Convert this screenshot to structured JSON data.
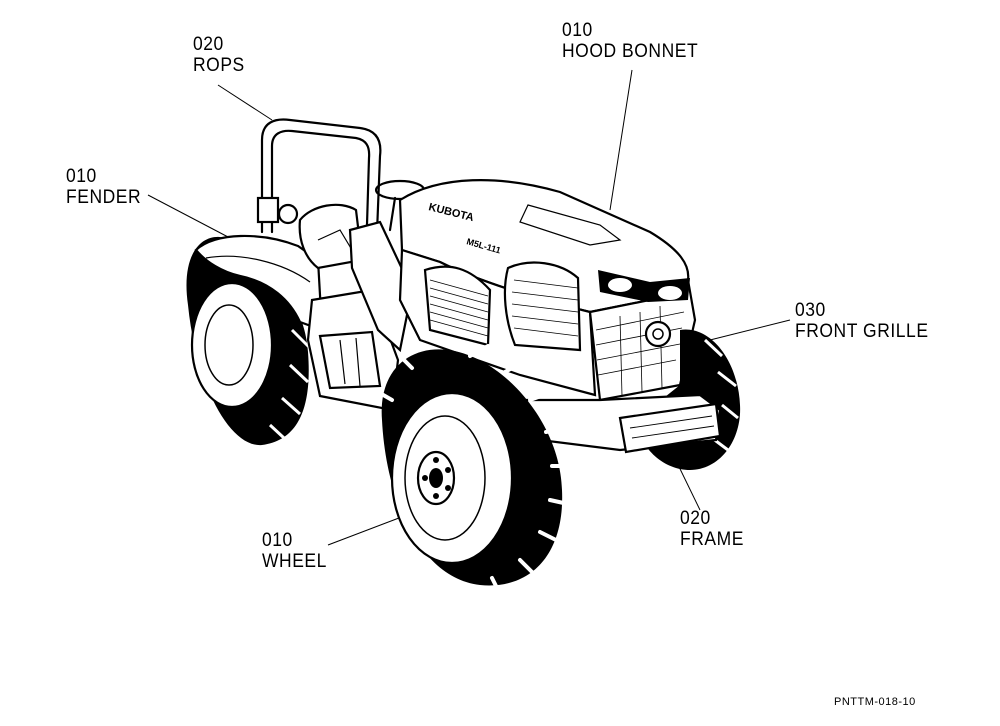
{
  "callouts": {
    "rops": {
      "number": "020",
      "name": "ROPS"
    },
    "hood_bonnet": {
      "number": "010",
      "name": "HOOD BONNET"
    },
    "fender": {
      "number": "010",
      "name": "FENDER"
    },
    "front_grille": {
      "number": "030",
      "name": "FRONT GRILLE"
    },
    "wheel": {
      "number": "010",
      "name": "WHEEL"
    },
    "frame": {
      "number": "020",
      "name": "FRAME"
    }
  },
  "drawing_code": "PNTTM-018-10",
  "hood_lettering": [
    "KUBOTA",
    "M5L-111"
  ]
}
